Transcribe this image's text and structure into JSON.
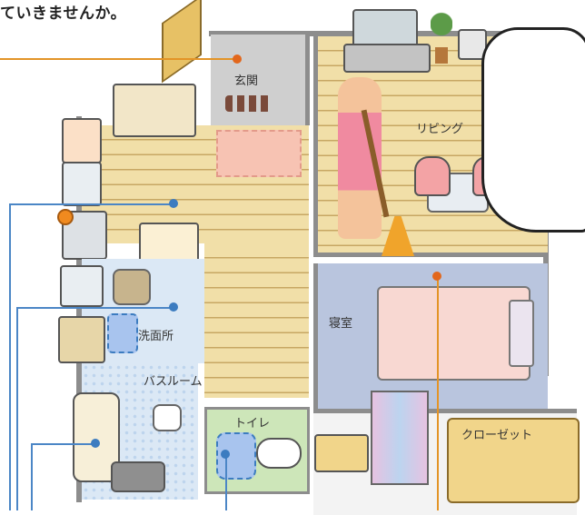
{
  "header_text": "ていきませんか。",
  "rooms": {
    "genkan": "玄関",
    "living": "リビング",
    "bedroom": "寝室",
    "washroom": "洗面所",
    "bathroom": "バスルーム",
    "toilet": "トイレ",
    "closet": "クローゼット"
  },
  "colors": {
    "wood_floor": "#f1dfa8",
    "bedroom_floor": "#b9c5de",
    "bath_tile": "#dbe8f5",
    "callout_blue": "#3c7cc0",
    "callout_orange": "#e2671c",
    "rug_pink": "#f7c3b3",
    "bed_pink": "#f8d8d2"
  }
}
